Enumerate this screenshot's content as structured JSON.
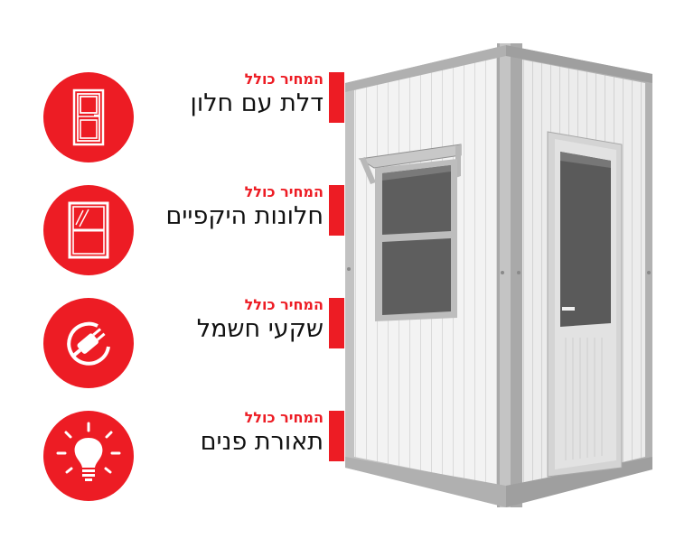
{
  "colors": {
    "accent": "#ed1c24",
    "text": "#111111",
    "frame": "#b8b8b8",
    "panel": "#f4f4f4"
  },
  "features": [
    {
      "icon": "door-icon",
      "kicker": "המחיר כולל",
      "title": "דלת עם חלון"
    },
    {
      "icon": "window-icon",
      "kicker": "המחיר כולל",
      "title": "חלונות היקפיים"
    },
    {
      "icon": "power-plug-icon",
      "kicker": "המחיר כולל",
      "title": "שקעי חשמל"
    },
    {
      "icon": "light-bulb-icon",
      "kicker": "המחיר כולל",
      "title": "תאורת פנים"
    }
  ]
}
